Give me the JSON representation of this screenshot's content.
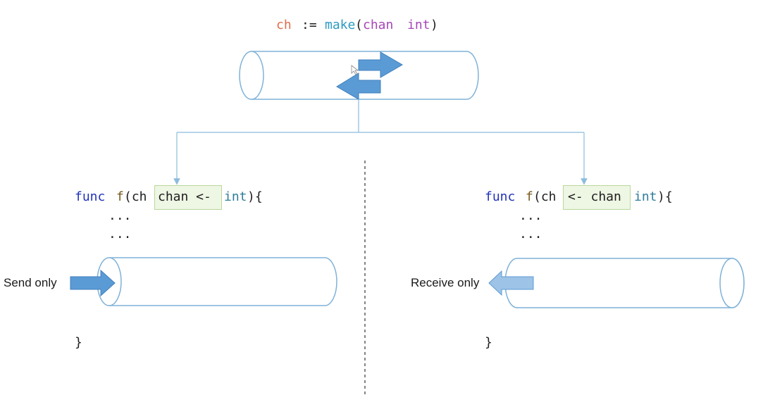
{
  "top_code": {
    "var": "ch",
    "op": ":=",
    "func": "make",
    "paren_open": "(",
    "chan_kw": "chan",
    "type": "int",
    "paren_close": ")"
  },
  "left_func": {
    "kw": "func",
    "name": "f",
    "open": "(ch",
    "highlight": "chan <-",
    "type": "int",
    "close": "){",
    "dots": [
      "...",
      "..."
    ],
    "end": "}"
  },
  "right_func": {
    "kw": "func",
    "name": "f",
    "open": "(ch",
    "highlight": "<- chan",
    "type": "int",
    "close": "){",
    "dots": [
      "...",
      "..."
    ],
    "end": "}"
  },
  "labels": {
    "send": "Send only",
    "receive": "Receive only"
  },
  "colors": {
    "pipe_stroke": "#7fb2d8",
    "arrow_fill": "#5b9bd5",
    "arrow_stroke": "#3f7fbf",
    "arrow_light": "#9dc3e6",
    "connector": "#8cbcdc"
  }
}
